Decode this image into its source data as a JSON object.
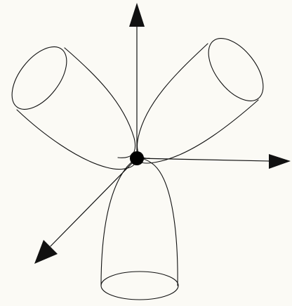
{
  "diagram": {
    "background_color": "#fbfaf5",
    "line_color": "#111111",
    "origin_dot_color": "#000000",
    "elements": [
      "up-axis-arrow",
      "right-axis-arrow",
      "down-left-axis-arrow",
      "upper-left-lobe",
      "upper-right-lobe",
      "bottom-lobe",
      "origin-dot"
    ]
  }
}
